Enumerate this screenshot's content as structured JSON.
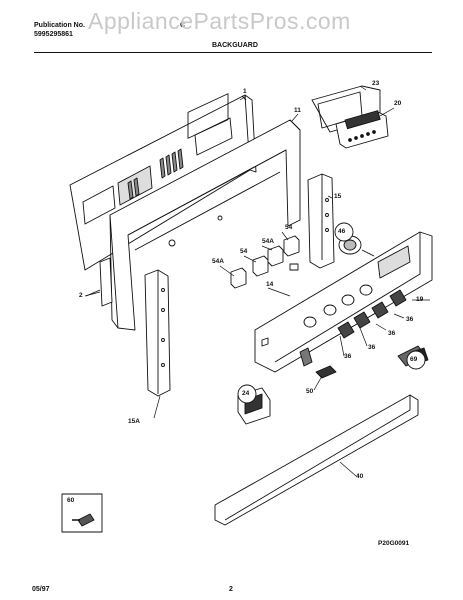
{
  "header": {
    "publication_label": "Publication No.",
    "publication_number": "5995295861",
    "model": "C",
    "section_title": "BACKGUARD"
  },
  "watermark": "AppliancePartsPros.com",
  "callouts": [
    "1",
    "11",
    "23",
    "20",
    "15",
    "46",
    "54",
    "54A",
    "54",
    "54A",
    "14",
    "2",
    "19",
    "36",
    "36",
    "36",
    "36",
    "24",
    "50",
    "69",
    "15A",
    "40",
    "60"
  ],
  "diagram_code": "P20G0091",
  "footer": {
    "date": "05/97",
    "page": "2"
  }
}
